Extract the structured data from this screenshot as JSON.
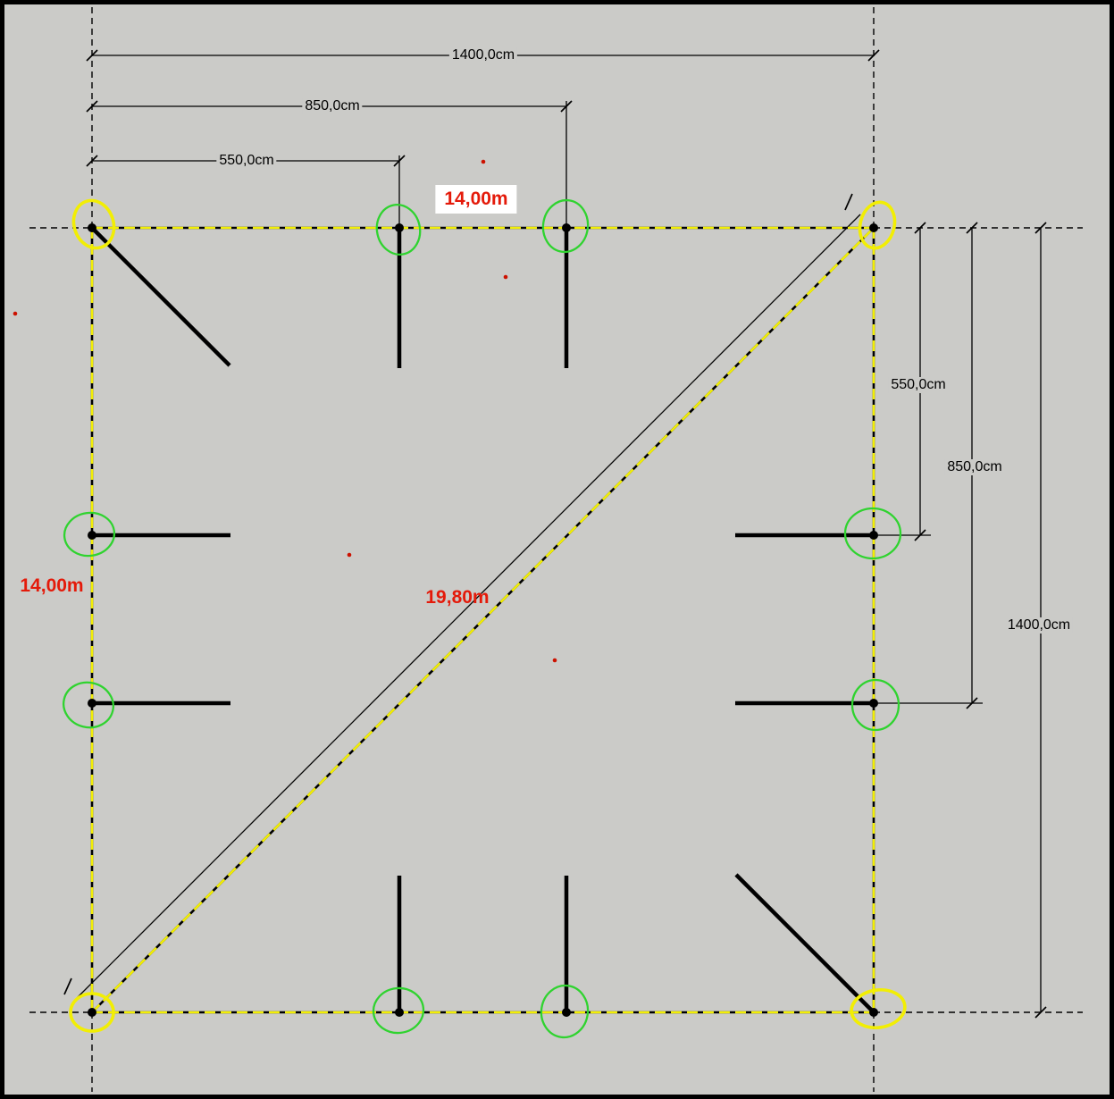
{
  "title": "Square layout drawing with dimensions",
  "colors": {
    "canvas_bg": "#cbcbc8",
    "frame_black": "#000000",
    "line_black": "#000000",
    "selection_yellow": "#f2ee04",
    "highlight_green": "#2fd32f",
    "annotation_red": "#e41a0a",
    "label_bg_white": "#ffffff",
    "red_dot": "#cc1100"
  },
  "dimensions": {
    "top": [
      {
        "label": "1400,0cm"
      },
      {
        "label": "850,0cm"
      },
      {
        "label": "550,0cm"
      }
    ],
    "right": [
      {
        "label": "550,0cm"
      },
      {
        "label": "850,0cm"
      },
      {
        "label": "1400,0cm"
      }
    ]
  },
  "annotations": {
    "top_width": "14,00m",
    "left_height": "14,00m",
    "diagonal": "19,80m"
  }
}
